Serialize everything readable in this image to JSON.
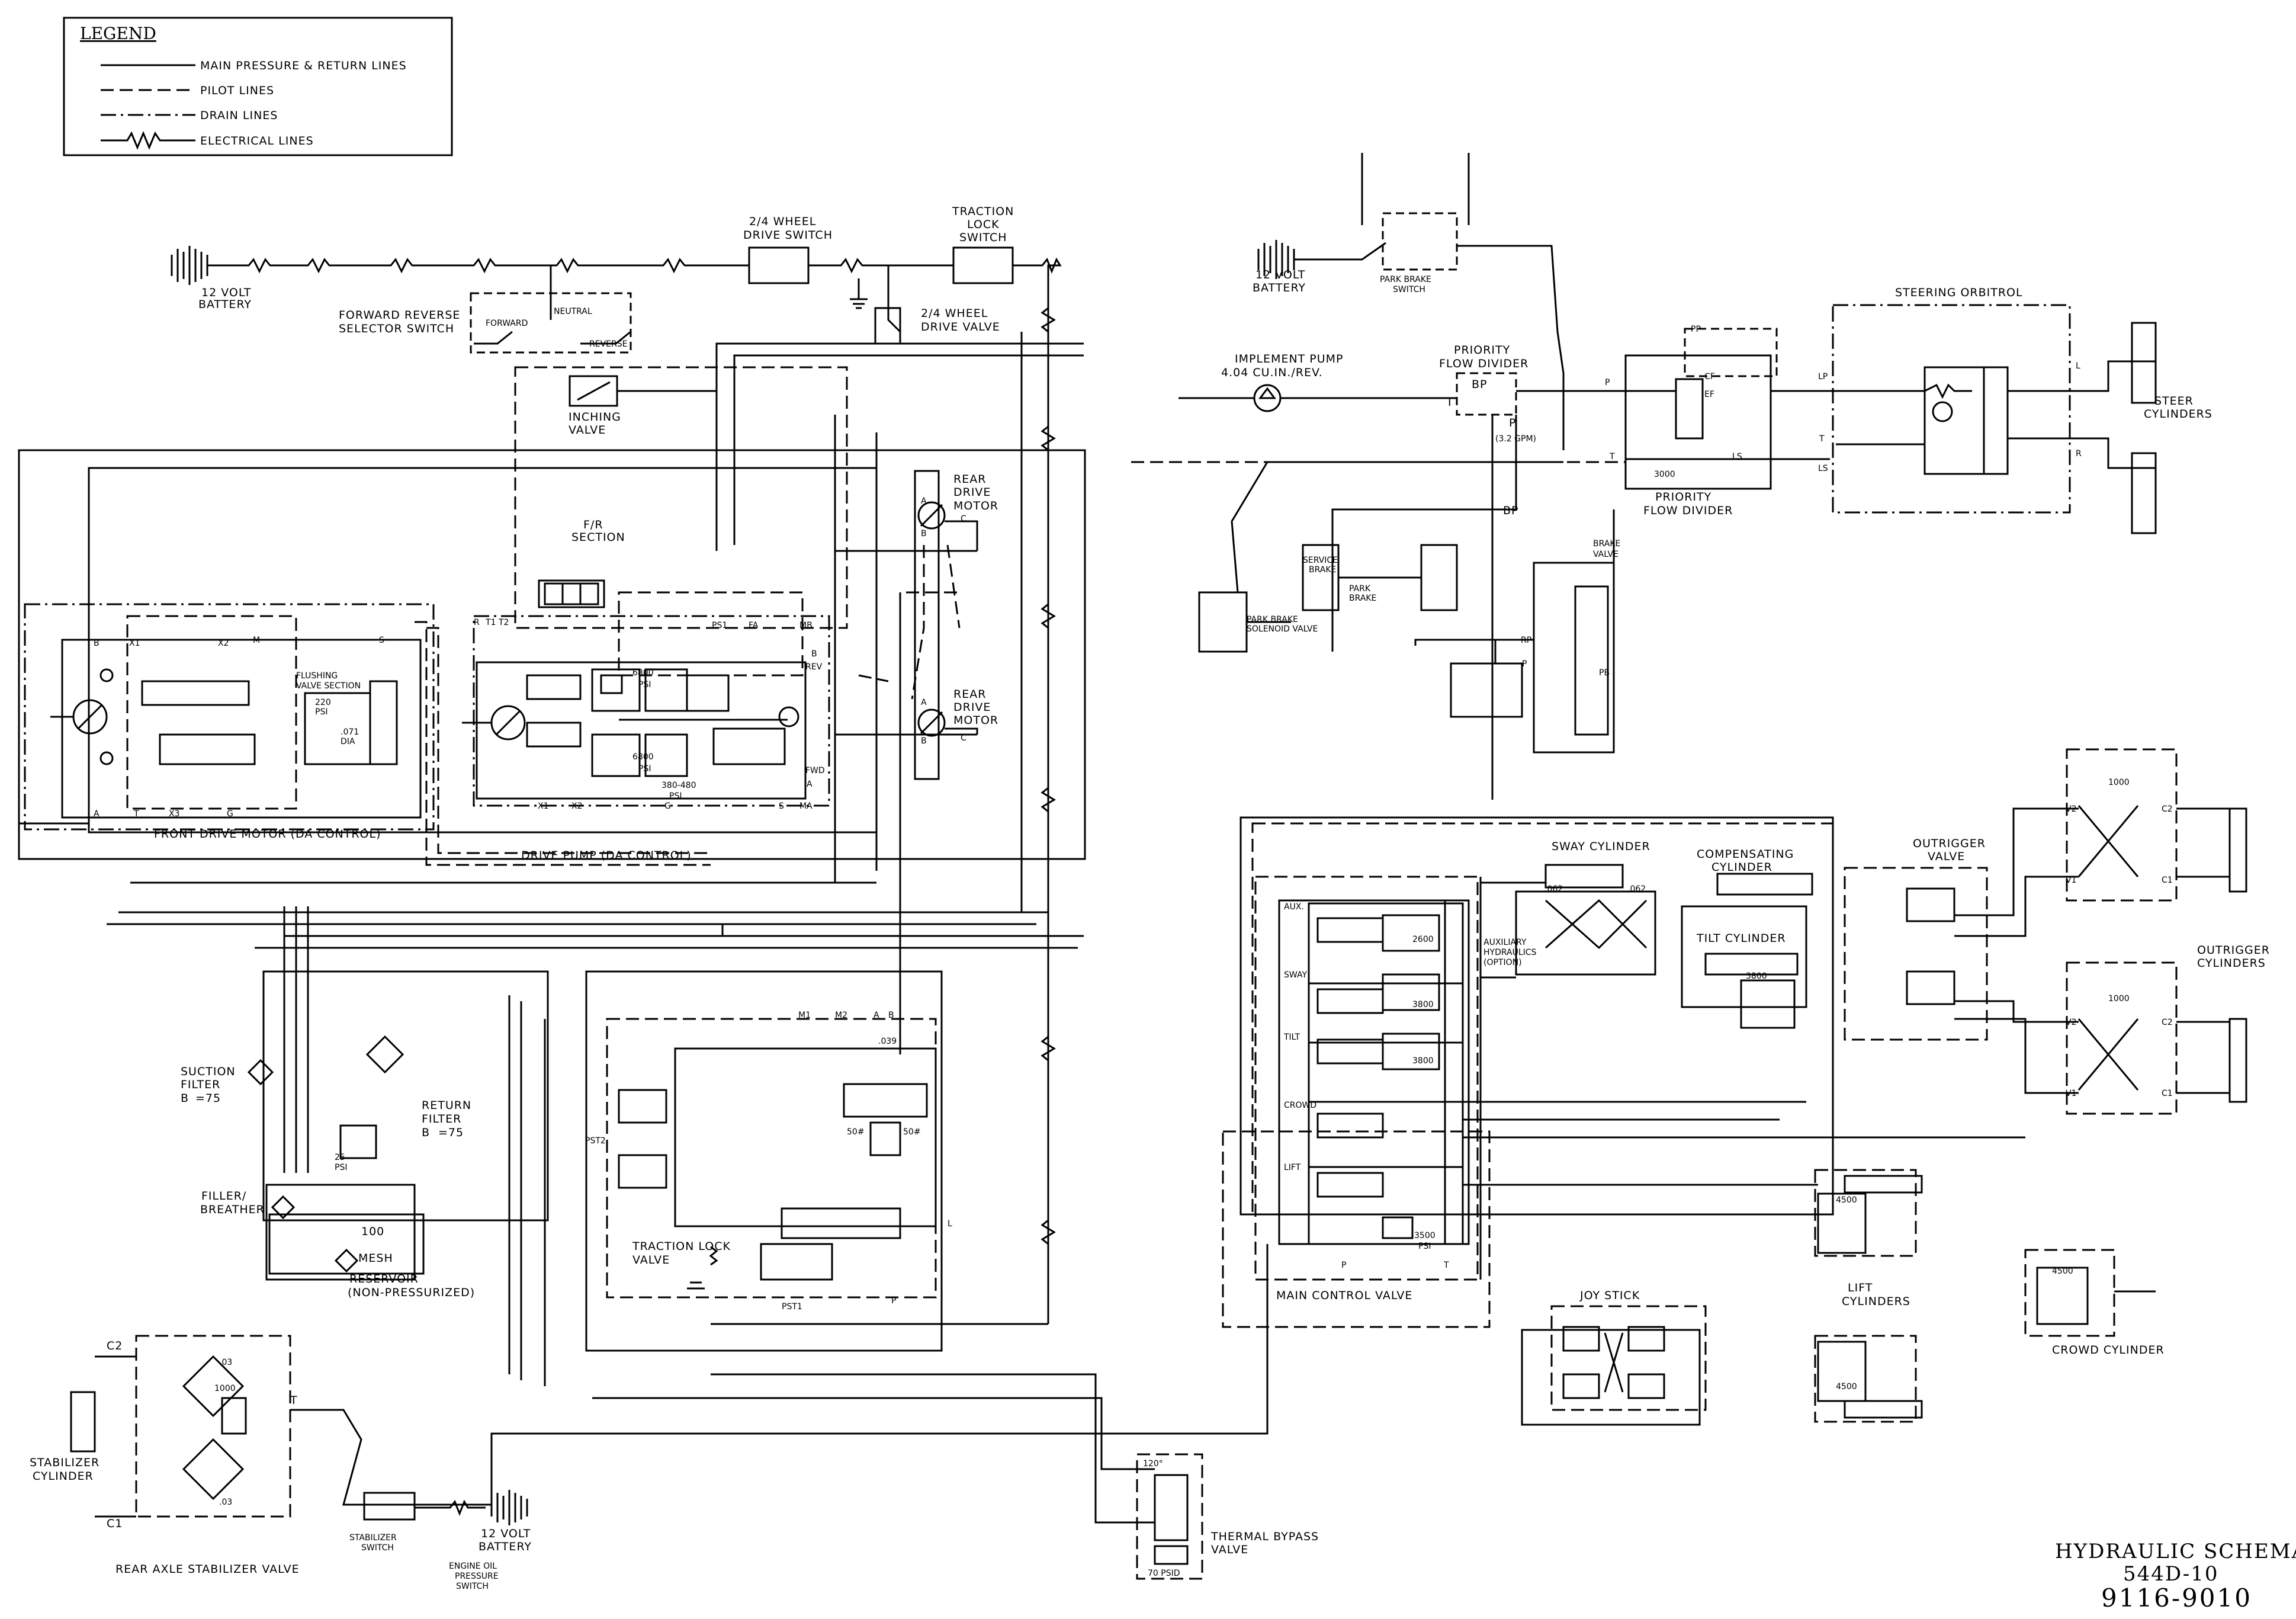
{
  "legend": {
    "title": "LEGEND",
    "items": [
      {
        "label": "MAIN PRESSURE & RETURN LINES",
        "style": "solid"
      },
      {
        "label": "PILOT LINES",
        "style": "dashed"
      },
      {
        "label": "DRAIN LINES",
        "style": "dashdot"
      },
      {
        "label": "ELECTRICAL LINES",
        "style": "zigzag"
      }
    ]
  },
  "labels": {
    "battery_left": [
      "12 VOLT",
      "BATTERY"
    ],
    "battery_right": [
      "12 VOLT",
      "BATTERY"
    ],
    "battery_bottom": [
      "12 VOLT",
      "BATTERY"
    ],
    "wheel_switch": [
      "2/4 WHEEL",
      "DRIVE SWITCH"
    ],
    "traction_lock_switch": [
      "TRACTION",
      "LOCK",
      "SWITCH"
    ],
    "wheel_valve": [
      "2/4 WHEEL",
      "DRIVE VALVE"
    ],
    "fr_selector": [
      "FORWARD REVERSE",
      "SELECTOR SWITCH"
    ],
    "forward": "FORWARD",
    "neutral": "NEUTRAL",
    "reverse": "REVERSE",
    "inching_valve": [
      "INCHING",
      "VALVE"
    ],
    "fr_section": [
      "F/R",
      "SECTION"
    ],
    "rear_drive_motor_top": [
      "REAR",
      "DRIVE",
      "MOTOR"
    ],
    "rear_drive_motor_bottom": [
      "REAR",
      "DRIVE",
      "MOTOR"
    ],
    "front_drive_motor": "FRONT DRIVE MOTOR  (DA CONTROL)",
    "drive_pump": "DRIVE PUMP (DA CONTROL)",
    "flushing_valve": [
      "FLUSHING",
      "VALVE SECTION"
    ],
    "psi_6800": "6800",
    "psi_label": "PSI",
    "psi_380_480": [
      "380-480",
      "PSI"
    ],
    "psi_220": [
      "220",
      "PSI"
    ],
    "orifice_071": [
      ".071",
      "DIA"
    ],
    "park_brake_switch": [
      "PARK BRAKE",
      "SWITCH"
    ],
    "implement_pump": [
      "IMPLEMENT PUMP",
      "4.04 CU.IN./REV."
    ],
    "priority_flow_divider_top": [
      "PRIORITY",
      "FLOW DIVIDER"
    ],
    "priority_flow_divider_bottom": [
      "PRIORITY",
      "FLOW DIVIDER"
    ],
    "gpm": [
      "P",
      "(3.2 GPM)"
    ],
    "steering_orbitrol": "STEERING ORBITROL",
    "steer_cylinders": [
      "STEER",
      "CYLINDERS"
    ],
    "service_brake": [
      "SERVICE",
      "BRAKE"
    ],
    "park_brake": [
      "PARK",
      "BRAKE"
    ],
    "park_brake_solenoid": [
      "PARK BRAKE",
      "SOLENOID VALVE"
    ],
    "brake_valve": [
      "BRAKE",
      "VALVE"
    ],
    "psi_3000": "3000",
    "sway_cylinder": "SWAY CYLINDER",
    "compensating_cylinder": [
      "COMPENSATING",
      "CYLINDER"
    ],
    "tilt_cylinder": "TILT CYLINDER",
    "outrigger_valve": [
      "OUTRIGGER",
      "VALVE"
    ],
    "outrigger_cylinders": [
      "OUTRIGGER",
      "CYLINDERS"
    ],
    "aux_hydraulics": [
      "AUXILIARY",
      "HYDRAULICS",
      "(OPTION)"
    ],
    "main_control_valve": "MAIN CONTROL VALVE",
    "sections": [
      "AUX.",
      "SWAY",
      "TILT",
      "CROWD",
      "LIFT"
    ],
    "psi_3500": [
      "3500",
      "PSI"
    ],
    "joy_stick": "JOY STICK",
    "lift_cylinders": [
      "LIFT",
      "CYLINDERS"
    ],
    "crowd_cylinder": "CROWD CYLINDER",
    "suction_filter": [
      "SUCTION",
      "FILTER",
      "B",
      "=75"
    ],
    "return_filter": [
      "RETURN",
      "FILTER",
      "B",
      "=75"
    ],
    "psi_25": [
      "25",
      "PSI"
    ],
    "filler_breather": [
      "FILLER/",
      "BREATHER"
    ],
    "mesh": [
      "100",
      "MESH"
    ],
    "reservoir": [
      "RESERVOIR",
      "(NON-PRESSURIZED)"
    ],
    "traction_lock_valve": [
      "TRACTION LOCK",
      "VALVE"
    ],
    "stabilizer_cylinder": [
      "STABILIZER",
      "CYLINDER"
    ],
    "rear_axle_valve": "REAR AXLE STABILIZER VALVE",
    "stabilizer_switch": [
      "STABILIZER",
      "SWITCH"
    ],
    "engine_oil_switch": [
      "ENGINE OIL",
      "PRESSURE",
      "SWITCH"
    ],
    "thermal_bypass": [
      "THERMAL BYPASS",
      "VALVE"
    ],
    "temp_120": "120°",
    "psid_70": "70 PSID",
    "orifice_062": ".062",
    "orifice_03": ".03",
    "orifice_039": ".039",
    "psi_4500": "4500",
    "psi_1000": "1000",
    "psi_3800": "3800",
    "psi_2600": "2600",
    "psi_50": "50#"
  },
  "ports": {
    "B": "B",
    "A": "A",
    "X1": "X1",
    "X2": "X2",
    "X3": "X3",
    "M": "M",
    "S": "S",
    "T": "T",
    "G": "G",
    "R": "R",
    "T1": "T1",
    "T2": "T2",
    "PS1": "PS1",
    "PST1": "PST1",
    "PST2": "PST2",
    "FA": "FA",
    "MB": "MB",
    "MA": "MA",
    "REV": "REV",
    "FWD": "FWD",
    "BP": "BP",
    "P": "P",
    "I": "I",
    "CF": "CF",
    "EF": "EF",
    "LS": "LS",
    "LP": "LP",
    "L": "L",
    "C": "C",
    "PP": "PP",
    "RP": "RP",
    "PB": "PB",
    "V1": "V1",
    "V2": "V2",
    "C1": "C1",
    "C2": "C2",
    "M1": "M1",
    "M2": "M2"
  },
  "title_block": {
    "title": "HYDRAULIC SCHEMATIC",
    "model": "544D-10",
    "number": "9116-9010"
  }
}
